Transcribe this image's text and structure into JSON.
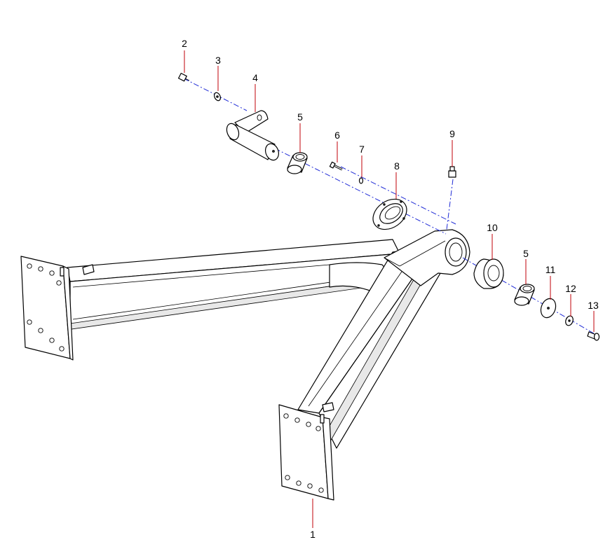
{
  "callouts": [
    {
      "id": "1",
      "label": "1"
    },
    {
      "id": "2",
      "label": "2"
    },
    {
      "id": "3",
      "label": "3"
    },
    {
      "id": "4",
      "label": "4"
    },
    {
      "id": "5a",
      "label": "5"
    },
    {
      "id": "5b",
      "label": "5"
    },
    {
      "id": "6",
      "label": "6"
    },
    {
      "id": "7",
      "label": "7"
    },
    {
      "id": "8",
      "label": "8"
    },
    {
      "id": "9",
      "label": "9"
    },
    {
      "id": "10",
      "label": "10"
    },
    {
      "id": "11",
      "label": "11"
    },
    {
      "id": "12",
      "label": "12"
    },
    {
      "id": "13",
      "label": "13"
    }
  ],
  "colors": {
    "leader": "#c0000a",
    "axis": "#1f2bd6",
    "outline": "#000000"
  }
}
